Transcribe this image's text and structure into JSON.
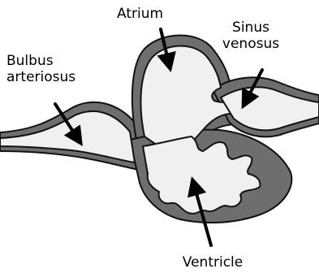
{
  "labels": {
    "atrium": "Atrium",
    "sinus_line1": "Sinus",
    "sinus_line2": "venosus",
    "bulbus_line1": "Bulbus",
    "bulbus_line2": "arteriosus",
    "ventricle": "Ventricle"
  },
  "colors": {
    "wall_fill": "#6e6e6e",
    "cavity_fill": "#f0f0f0",
    "outline": "#111111",
    "arrow": "#000000"
  }
}
